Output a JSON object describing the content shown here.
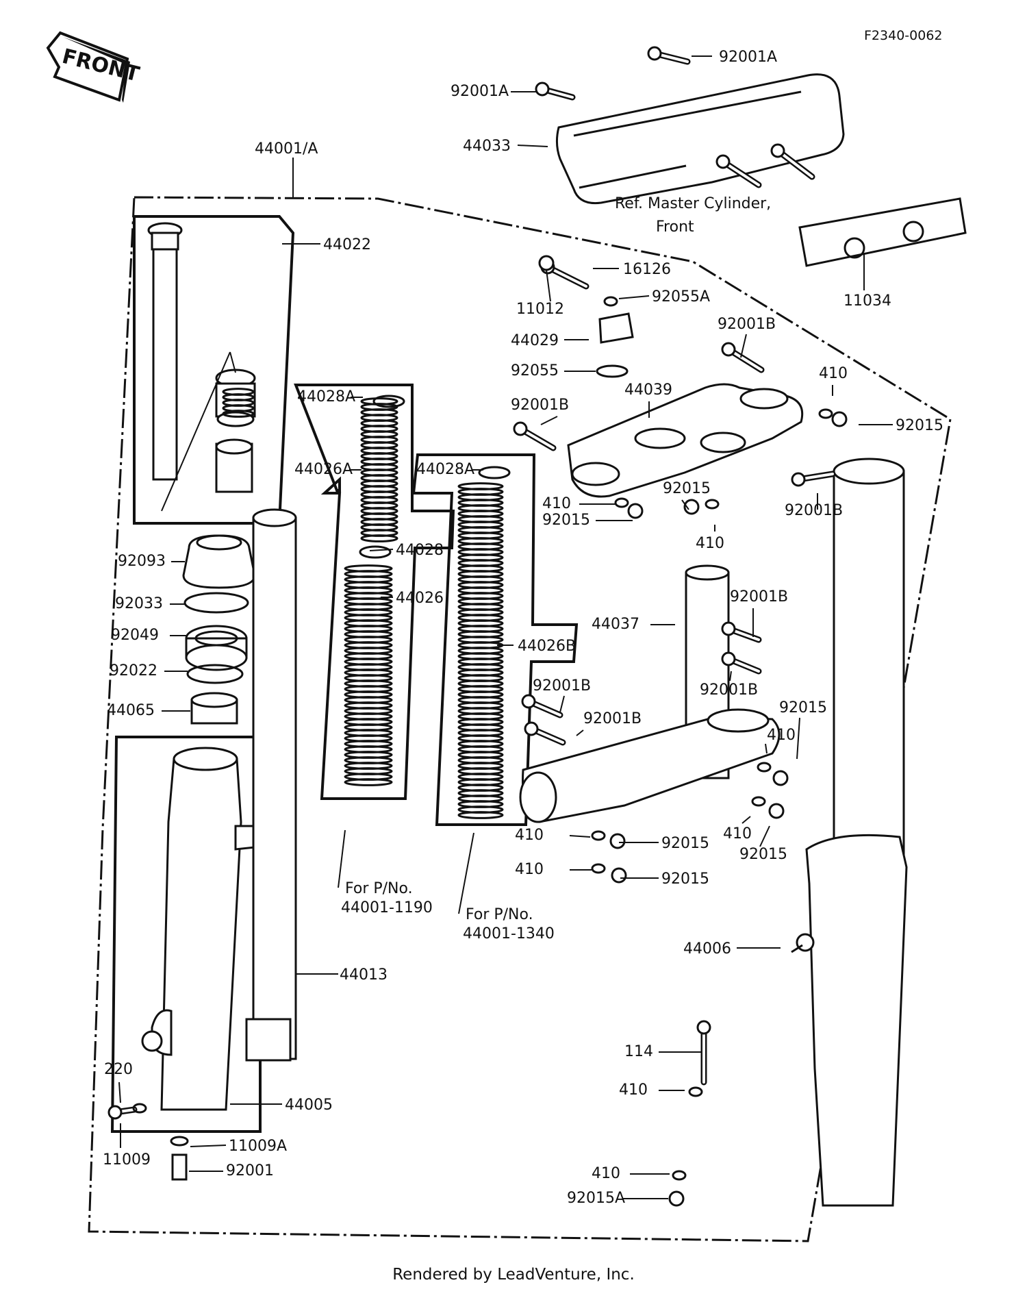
{
  "diagram_code": "F2340-0062",
  "front_marker": "FRONT",
  "footer": "Rendered by LeadVenture, Inc.",
  "notes": {
    "master_cylinder_line1": "Ref.  Master Cylinder,",
    "master_cylinder_line2": "Front",
    "spring_a_line1": "For P/No.",
    "spring_a_line2": "44001-1190",
    "spring_b_line1": "For P/No.",
    "spring_b_line2": "44001-1340"
  },
  "labels": [
    "92001A",
    "92001A",
    "44033",
    "44001/A",
    "44022",
    "16126",
    "11012",
    "92055A",
    "11034",
    "44029",
    "92001B",
    "92055",
    "410",
    "44039",
    "92001B",
    "92015",
    "44028A",
    "44026A",
    "44028A",
    "92015",
    "410",
    "92015",
    "92001B",
    "410",
    "92093",
    "44028",
    "44026",
    "92033",
    "44037",
    "92001B",
    "92049",
    "44026B",
    "92022",
    "92001B",
    "92001B",
    "92001B",
    "44065",
    "92015",
    "410",
    "410",
    "92015",
    "410",
    "92015",
    "410",
    "92015",
    "For P/No.",
    "44006",
    "44013",
    "114",
    "220",
    "410",
    "44005",
    "11009A",
    "11009",
    "92001",
    "410",
    "92015A"
  ]
}
